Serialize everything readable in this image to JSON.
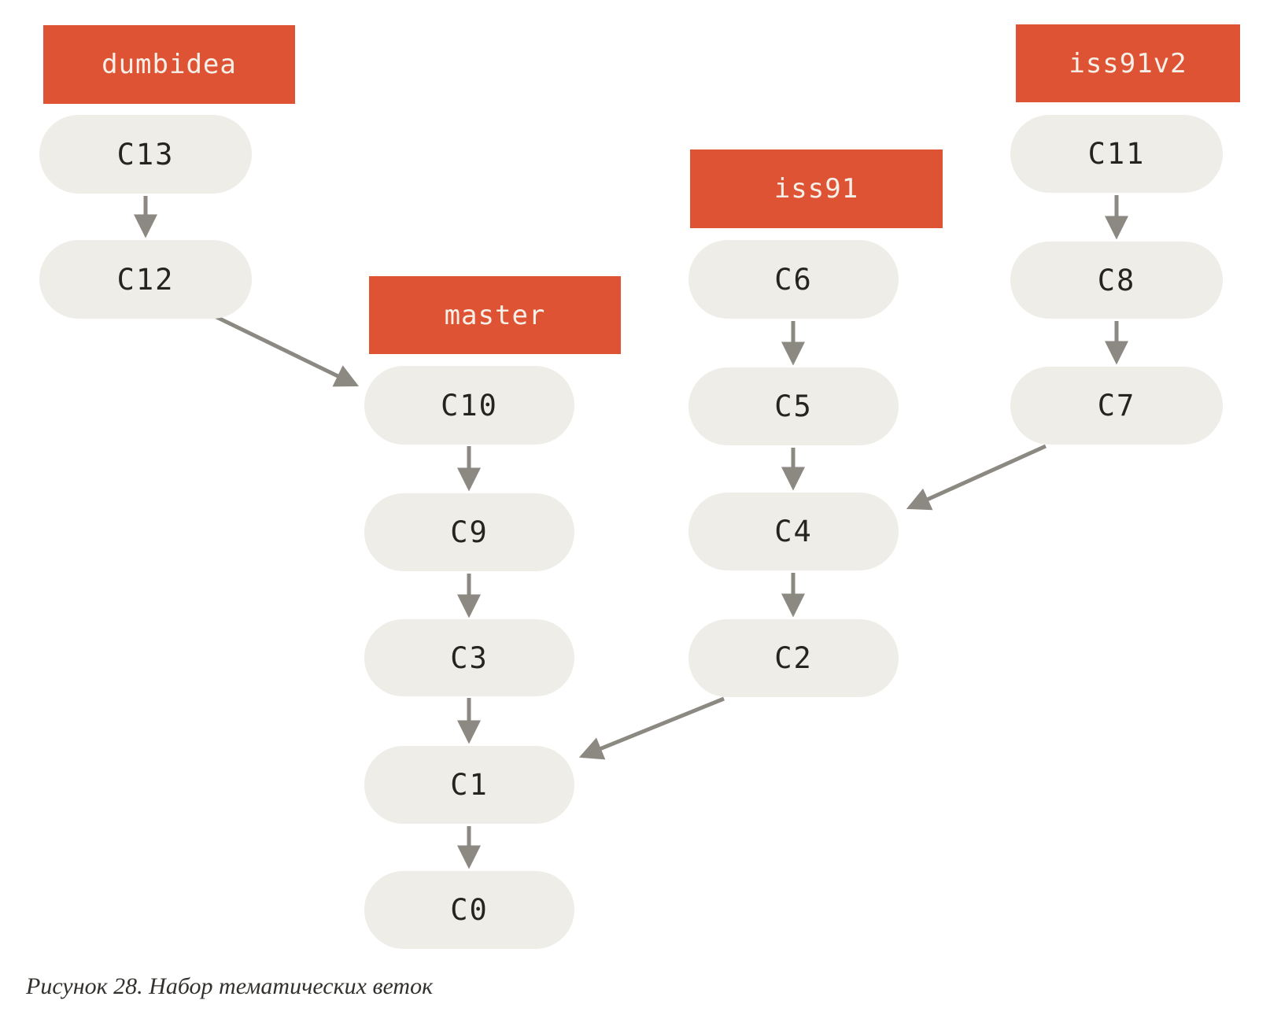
{
  "caption": "Рисунок 28. Набор тематических веток",
  "colors": {
    "background": "#ffffff",
    "accent": "#df5335",
    "label_text": "#f4f0e8",
    "commit_fill": "#eeede7",
    "commit_text": "#262420",
    "arrow": "#8c8882",
    "caption_text": "#33312d"
  },
  "branches": [
    {
      "name": "dumbidea"
    },
    {
      "name": "master"
    },
    {
      "name": "iss91"
    },
    {
      "name": "iss91v2"
    }
  ],
  "commits": [
    {
      "id": "C13"
    },
    {
      "id": "C12"
    },
    {
      "id": "C10"
    },
    {
      "id": "C9"
    },
    {
      "id": "C3"
    },
    {
      "id": "C1"
    },
    {
      "id": "C0"
    },
    {
      "id": "C6"
    },
    {
      "id": "C5"
    },
    {
      "id": "C4"
    },
    {
      "id": "C2"
    },
    {
      "id": "C11"
    },
    {
      "id": "C8"
    },
    {
      "id": "C7"
    }
  ],
  "edges": [
    {
      "from": "C13",
      "to": "C12"
    },
    {
      "from": "C12",
      "to": "C10"
    },
    {
      "from": "C10",
      "to": "C9"
    },
    {
      "from": "C9",
      "to": "C3"
    },
    {
      "from": "C3",
      "to": "C1"
    },
    {
      "from": "C1",
      "to": "C0"
    },
    {
      "from": "C6",
      "to": "C5"
    },
    {
      "from": "C5",
      "to": "C4"
    },
    {
      "from": "C4",
      "to": "C2"
    },
    {
      "from": "C2",
      "to": "C1"
    },
    {
      "from": "C11",
      "to": "C8"
    },
    {
      "from": "C8",
      "to": "C7"
    },
    {
      "from": "C7",
      "to": "C4"
    }
  ]
}
